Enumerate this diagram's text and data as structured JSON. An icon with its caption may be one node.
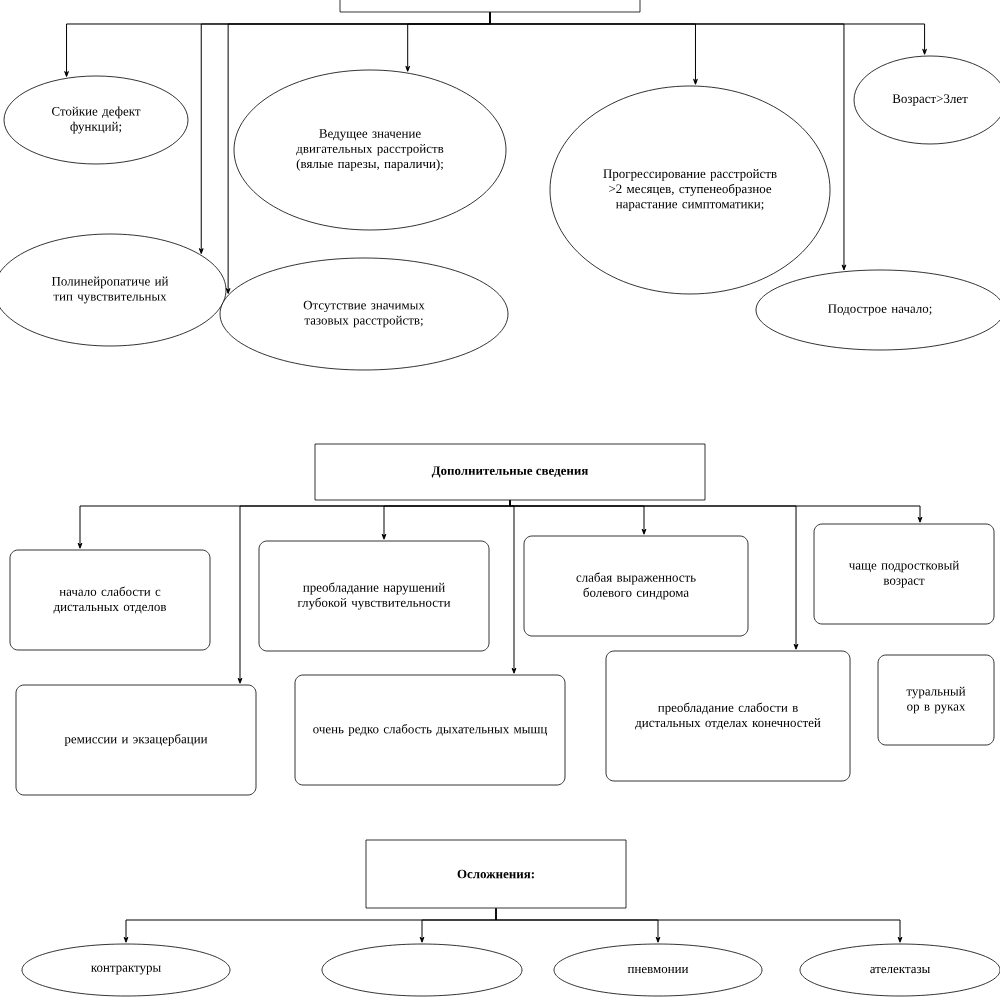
{
  "diagram": {
    "nodes": [
      {
        "text": [],
        "shape": "box"
      },
      {
        "text": [
          "Стойкие дефект функций;"
        ]
      },
      {
        "text": [
          "Ведущее значение двигательных расстройств (вялые парезы, параличи);"
        ]
      },
      {
        "text": [
          "Прогрессирование расстройств >2 месяцев, ступенеобразное нарастание симптоматики;"
        ]
      },
      {
        "text": [
          "Возраст>3лет"
        ]
      },
      {
        "text": [
          "Полинейропатиче ий тип чувствительных"
        ]
      },
      {
        "text": [
          "Отсутствие значимых тазовых расстройств;"
        ]
      },
      {
        "text": [
          "Подострое начало;"
        ]
      },
      {
        "text": [
          "Дополнительные сведения"
        ]
      },
      {
        "text": [
          "начало слабости с дистальных отделов"
        ]
      },
      {
        "text": [
          "преобладание нарушений глубокой чувствительности"
        ]
      },
      {
        "text": [
          "слабая выраженность болевого синдрома"
        ]
      },
      {
        "text": [
          "чаще подростковый возраст"
        ]
      },
      {
        "text": [
          "ремиссии и экзацербации"
        ]
      },
      {
        "text": [
          "очень редко слабость дыхательных мышц"
        ]
      },
      {
        "text": [
          "преобладание слабости в дистальных отделах конечностей"
        ]
      },
      {
        "text": [
          "туральный ор в руках"
        ]
      },
      {
        "text": [
          "Осложнения:"
        ]
      },
      {
        "text": [
          "контрактуры"
        ]
      },
      {
        "text": [],
        "shape": "circle"
      },
      {
        "text": [
          "пневмонии"
        ]
      },
      {
        "text": [
          "ателектазы"
        ]
      }
    ],
    "edges": [
      {
        "from": 0,
        "to": 1,
        "arrow": "to"
      },
      {
        "from": 0,
        "to": 5,
        "arrow": "to"
      },
      {
        "from": 0,
        "to": 6,
        "arrow": "to"
      },
      {
        "from": 0,
        "to": 2,
        "arrow": "to"
      },
      {
        "from": 0,
        "to": 3,
        "arrow": "to"
      },
      {
        "from": 0,
        "to": 7,
        "arrow": "to"
      },
      {
        "from": 0,
        "to": 4,
        "arrow": "to"
      },
      {
        "from": 8,
        "to": 9,
        "arrow": "to"
      },
      {
        "from": 8,
        "to": 13,
        "arrow": "to"
      },
      {
        "from": 8,
        "to": 10,
        "arrow": "to"
      },
      {
        "from": 8,
        "to": 14,
        "arrow": "to"
      },
      {
        "from": 8,
        "to": 11,
        "arrow": "to"
      },
      {
        "from": 8,
        "to": 15,
        "arrow": "to"
      },
      {
        "from": 8,
        "to": 12,
        "arrow": "to"
      },
      {
        "from": 17,
        "to": 18,
        "arrow": "to"
      },
      {
        "from": 17,
        "to": 19,
        "arrow": "to"
      },
      {
        "from": 17,
        "to": 20,
        "arrow": "to"
      },
      {
        "from": 17,
        "to": 21,
        "arrow": "to"
      }
    ]
  }
}
